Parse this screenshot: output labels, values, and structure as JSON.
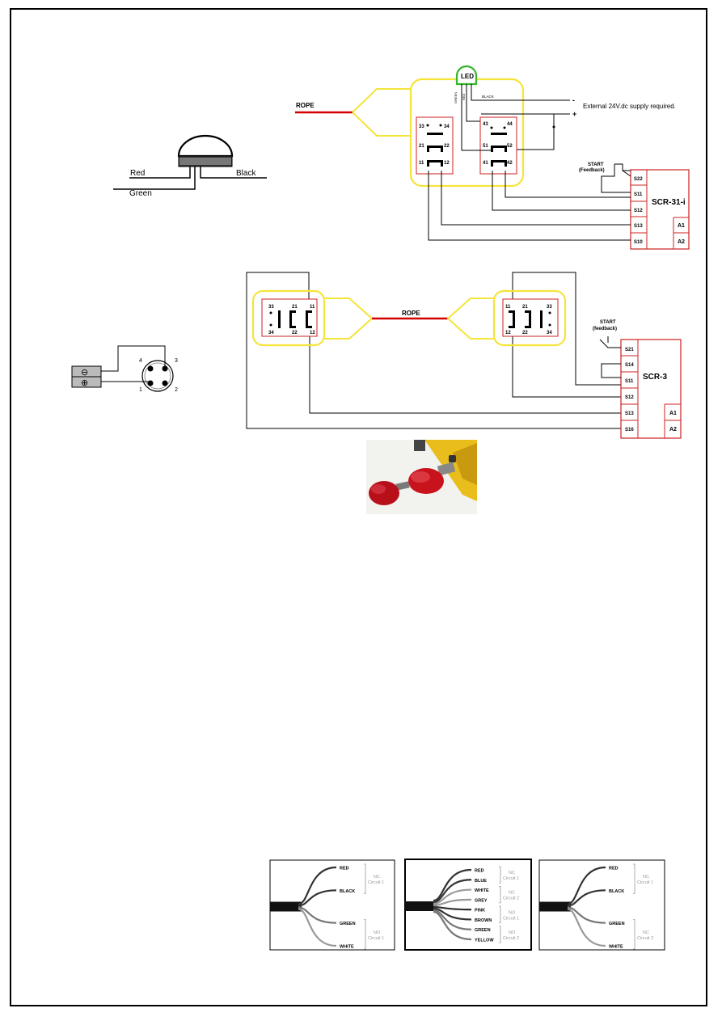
{
  "colors": {
    "rope": "#d40000",
    "enclosure": "#f5e43a",
    "terminal_box": "#cc2222",
    "led": "#35b52c",
    "wire": "#000000",
    "note_text": "#9a9a9a"
  },
  "helmet": {
    "left_label": "Red",
    "right_label": "Black",
    "bottom_label": "Green"
  },
  "top_circuit": {
    "rope_label": "ROPE",
    "led_label": "LED",
    "led_wires": [
      "GREEN",
      "RED",
      "BLACK"
    ],
    "supply_minus": "-",
    "supply_plus": "+",
    "supply_note": "External 24V.dc supply required.",
    "switch_left_terminals": [
      "33",
      "34",
      "21",
      "22",
      "11",
      "12"
    ],
    "switch_right_terminals": [
      "43",
      "44",
      "51",
      "52",
      "41",
      "42"
    ],
    "start_label_1": "START",
    "start_label_2": "(Feedback)",
    "relay_name": "SCR-31-i",
    "relay_terminals": [
      "S22",
      "S11",
      "S12",
      "S13",
      "S10"
    ],
    "relay_power": [
      "A1",
      "A2"
    ]
  },
  "bottom_circuit": {
    "rope_label": "ROPE",
    "left_switch_terminals": [
      "33",
      "21",
      "11",
      "34",
      "22",
      "12"
    ],
    "right_switch_terminals": [
      "11",
      "21",
      "33",
      "12",
      "22",
      "34"
    ],
    "start_label_1": "START",
    "start_label_2": "(feedback)",
    "relay_name": "SCR-3",
    "relay_terminals": [
      "S21",
      "S14",
      "S11",
      "S12",
      "S13",
      "S16"
    ],
    "relay_power": [
      "A1",
      "A2"
    ]
  },
  "connector": {
    "pins": [
      "4",
      "3",
      "1",
      "2"
    ],
    "symbols": [
      "⊖",
      "⊕"
    ]
  },
  "cables": [
    {
      "wires": [
        "RED",
        "BLACK",
        "GREEN",
        "WHITE"
      ],
      "notes": [
        {
          "line1": "NC",
          "line2": "Circuit 1"
        },
        {
          "line1": "NO",
          "line2": "Circuit 1"
        }
      ]
    },
    {
      "wires": [
        "RED",
        "BLUE",
        "WHITE",
        "GREY",
        "PINK",
        "BROWN",
        "GREEN",
        "YELLOW"
      ],
      "notes": [
        {
          "line1": "NC",
          "line2": "Circuit 1"
        },
        {
          "line1": "NC",
          "line2": "Circuit 2"
        },
        {
          "line1": "NO",
          "line2": "Circuit 1"
        },
        {
          "line1": "NO",
          "line2": "Circuit 2"
        }
      ]
    },
    {
      "wires": [
        "RED",
        "BLACK",
        "GREEN",
        "WHITE"
      ],
      "notes": [
        {
          "line1": "NC",
          "line2": "Circuit 1"
        },
        {
          "line1": "NC",
          "line2": "Circuit 2"
        }
      ]
    }
  ]
}
